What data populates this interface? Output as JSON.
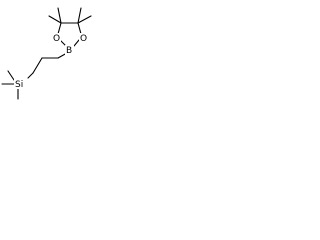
{
  "structure": {
    "atoms": {
      "boron": "B",
      "oxygen_upper": "O",
      "oxygen_lower": "O",
      "silicon": "Si"
    }
  }
}
